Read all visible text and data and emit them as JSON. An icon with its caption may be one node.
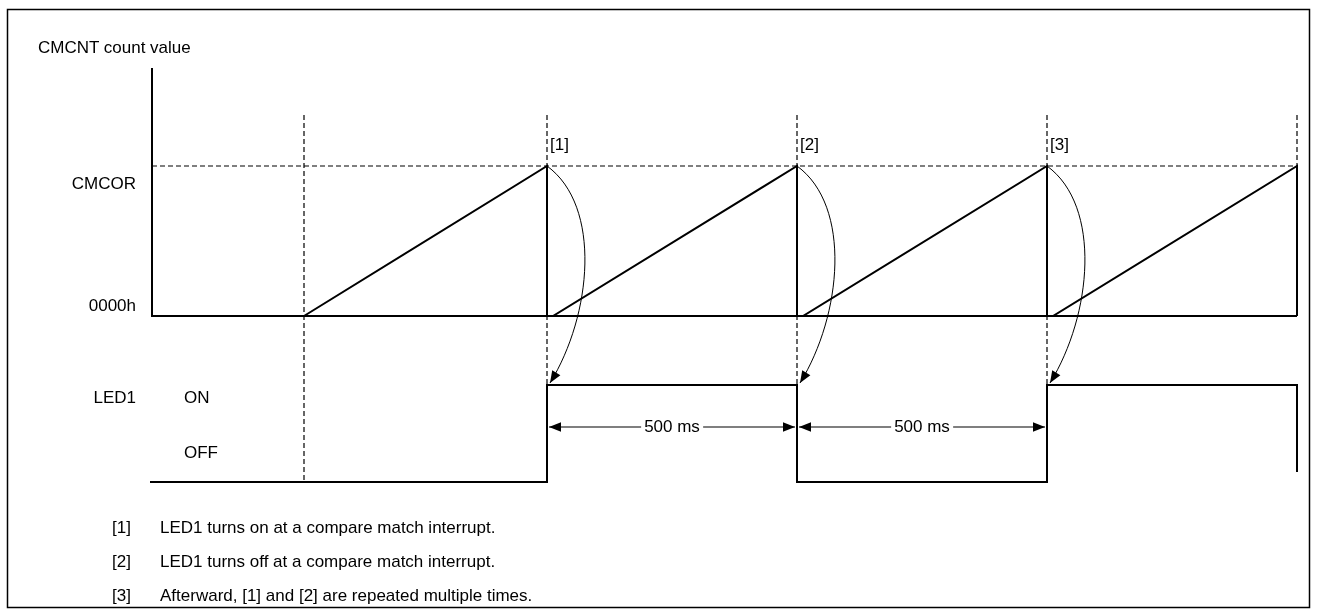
{
  "diagram": {
    "labels": [
      "CMCNT count value",
      "[1]",
      "[2]",
      "[3]",
      "CMCOR",
      "0000h",
      "LED1",
      "ON",
      "500 ms",
      "500 ms",
      "OFF",
      "[1]",
      "LED1 turns on at a compare match interrupt.",
      "[2]",
      "LED1 turns off at a compare match interrupt.",
      "[3]",
      "Afterward, [1] and [2] are repeated multiple times."
    ]
  }
}
